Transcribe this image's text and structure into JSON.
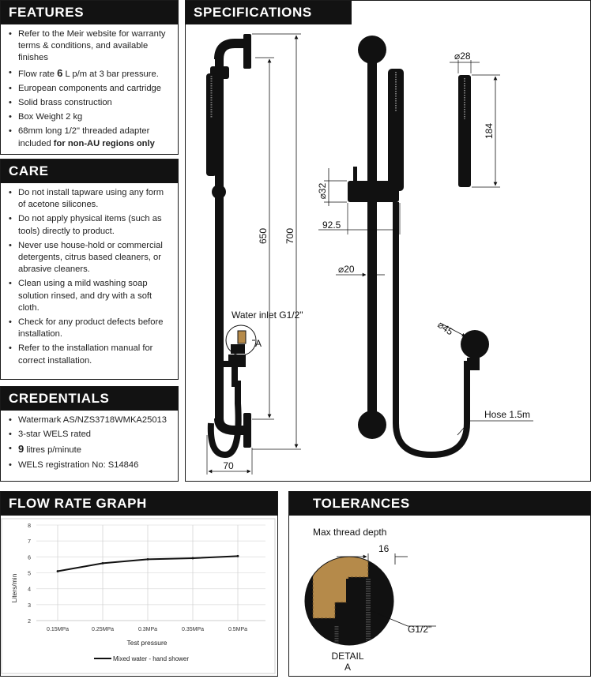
{
  "features": {
    "title": "FEATURES",
    "items": [
      {
        "text": "Refer to the Meir website for warranty terms & conditions, and available finishes"
      },
      {
        "pre": "Flow rate ",
        "bold": "6",
        "post": " L p/m at 3 bar pressure."
      },
      {
        "text": "European components and cartridge"
      },
      {
        "text": "Solid brass construction"
      },
      {
        "text": "Box Weight 2 kg"
      },
      {
        "pre": "68mm long 1/2\" threaded adapter included ",
        "bold": "for non-AU regions only",
        "post": ""
      }
    ]
  },
  "care": {
    "title": "CARE",
    "items": [
      "Do not install tapware using any form of acetone silicones.",
      "Do not apply physical items (such as tools) directly to product.",
      "Never use house-hold or commercial detergents, citrus based cleaners, or abrasive cleaners.",
      "Clean using a mild washing soap solution rinsed, and dry with a soft cloth.",
      "Check for any product defects before installation.",
      "Refer to the installation manual for correct installation."
    ]
  },
  "credentials": {
    "title": "CREDENTIALS",
    "items": [
      {
        "text": "Watermark AS/NZS3718WMKA25013"
      },
      {
        "text": "3-star WELS rated"
      },
      {
        "pre": "",
        "bold": "9",
        "post": " litres p/minute"
      },
      {
        "text": "WELS registration No: S14846"
      }
    ]
  },
  "specifications": {
    "title": "SPECIFICATIONS",
    "dims": {
      "d650": "650",
      "d700": "700",
      "d70": "70",
      "d28": "⌀28",
      "d184": "184",
      "d32": "⌀32",
      "d92_5": "92.5",
      "d20": "⌀20",
      "d45": "⌀45"
    },
    "labels": {
      "water_inlet": "Water inlet G1/2\"",
      "detail_callout": "A",
      "hose": "Hose 1.5m"
    }
  },
  "flow_graph": {
    "title": "FLOW RATE GRAPH",
    "chart_data": {
      "type": "line",
      "categories": [
        "0.15MPa",
        "0.25MPa",
        "0.3MPa",
        "0.35MPa",
        "0.5MPa"
      ],
      "series": [
        {
          "name": "Mixed water - hand shower",
          "values": [
            5.1,
            5.6,
            5.85,
            5.92,
            6.05
          ]
        }
      ],
      "xlabel": "Test pressure",
      "ylabel": "Liters/min",
      "ylim": [
        2,
        8
      ],
      "yticks": [
        2,
        3,
        4,
        5,
        6,
        7,
        8
      ],
      "grid": "vertical",
      "legend": "bottom",
      "color": "#111111"
    }
  },
  "tolerances": {
    "title": "TOLERANCES",
    "max_thread_depth": "Max thread depth",
    "depth_value": "16",
    "thread_label": "G1/2\"",
    "detail_line1": "DETAIL",
    "detail_line2": "A"
  }
}
